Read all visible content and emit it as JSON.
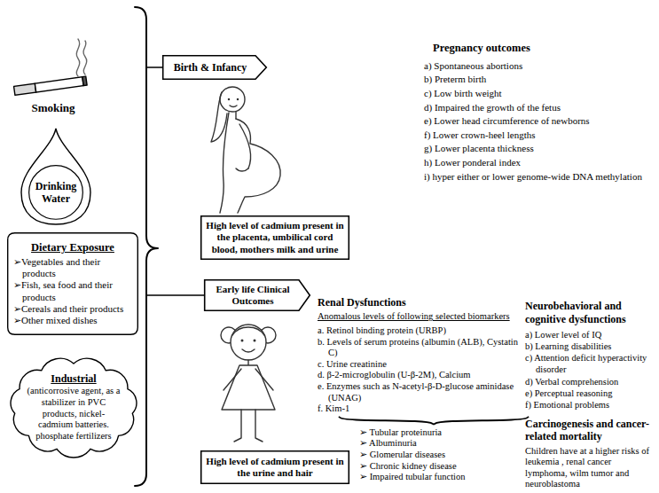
{
  "diagram": {
    "nodes": [
      {
        "text": [
          "Drinking Water"
        ]
      },
      {
        "text": [
          "Dietary Exposure",
          "➢Vegetables and their products",
          "➢Fish, sea food and their products",
          "➢Cereals and their products",
          "➢Other mixed dishes"
        ]
      },
      {
        "text": [
          "Industrial",
          "(anticorrosive agent, as a stabilizer in PVC products, nickel-cadmium batteries. phosphate fertilizers"
        ]
      },
      {
        "text": [
          "Birth & Infancy"
        ]
      },
      {
        "text": [
          "High level of cadmium present in the placenta, umbilical cord blood, mothers milk and urine"
        ]
      },
      {
        "text": [
          "Early life Clinical Outcomes"
        ]
      },
      {
        "text": [
          "High level of cadmium present in the urine and hair"
        ]
      }
    ],
    "labels": [
      "Smoking",
      "Pregnancy outcomes",
      "a) Spontaneous abortions",
      "b) Preterm birth",
      "c) Low birth weight",
      "d) Impaired the growth of the fetus",
      "e) Lower head circumference of newborns",
      "f) Lower crown-heel lengths",
      "g) Lower placenta thickness",
      "h) Lower ponderal index",
      "i) hyper either or lower genome-wide DNA methylation",
      "Renal Dysfunctions",
      "Anomalous levels of following selected biomarkers",
      "a. Retinol binding protein (URBP)",
      "b. Levels of serum proteins (albumin (ALB), Cystatin C)",
      "c. Urine creatinine",
      "d. β-2-microglobulin (U-β-2M), Calcium",
      "e. Enzymes such as N-acetyl-β-D-glucose aminidase (UNAG)",
      "f. Kim-1",
      "➢ Tubular proteinuria",
      "➢ Albuminuria",
      "➢ Glomerular diseases",
      "➢ Chronic kidney disease",
      "➢ Impaired tubular function",
      "Neurobehavioral and cognitive dysfunctions",
      "a) Lower level of IQ",
      "b) Learning disabilities",
      "c) Attention deficit hyperactivity disorder",
      "d) Verbal comprehension",
      "e) Perceptual reasoning",
      "f) Emotional problems",
      "Carcinogenesis and cancer-related mortality",
      "Children have  at a higher risks of leukemia , renal cancer lymphoma, wilm tumor and neuroblastoma"
    ]
  }
}
